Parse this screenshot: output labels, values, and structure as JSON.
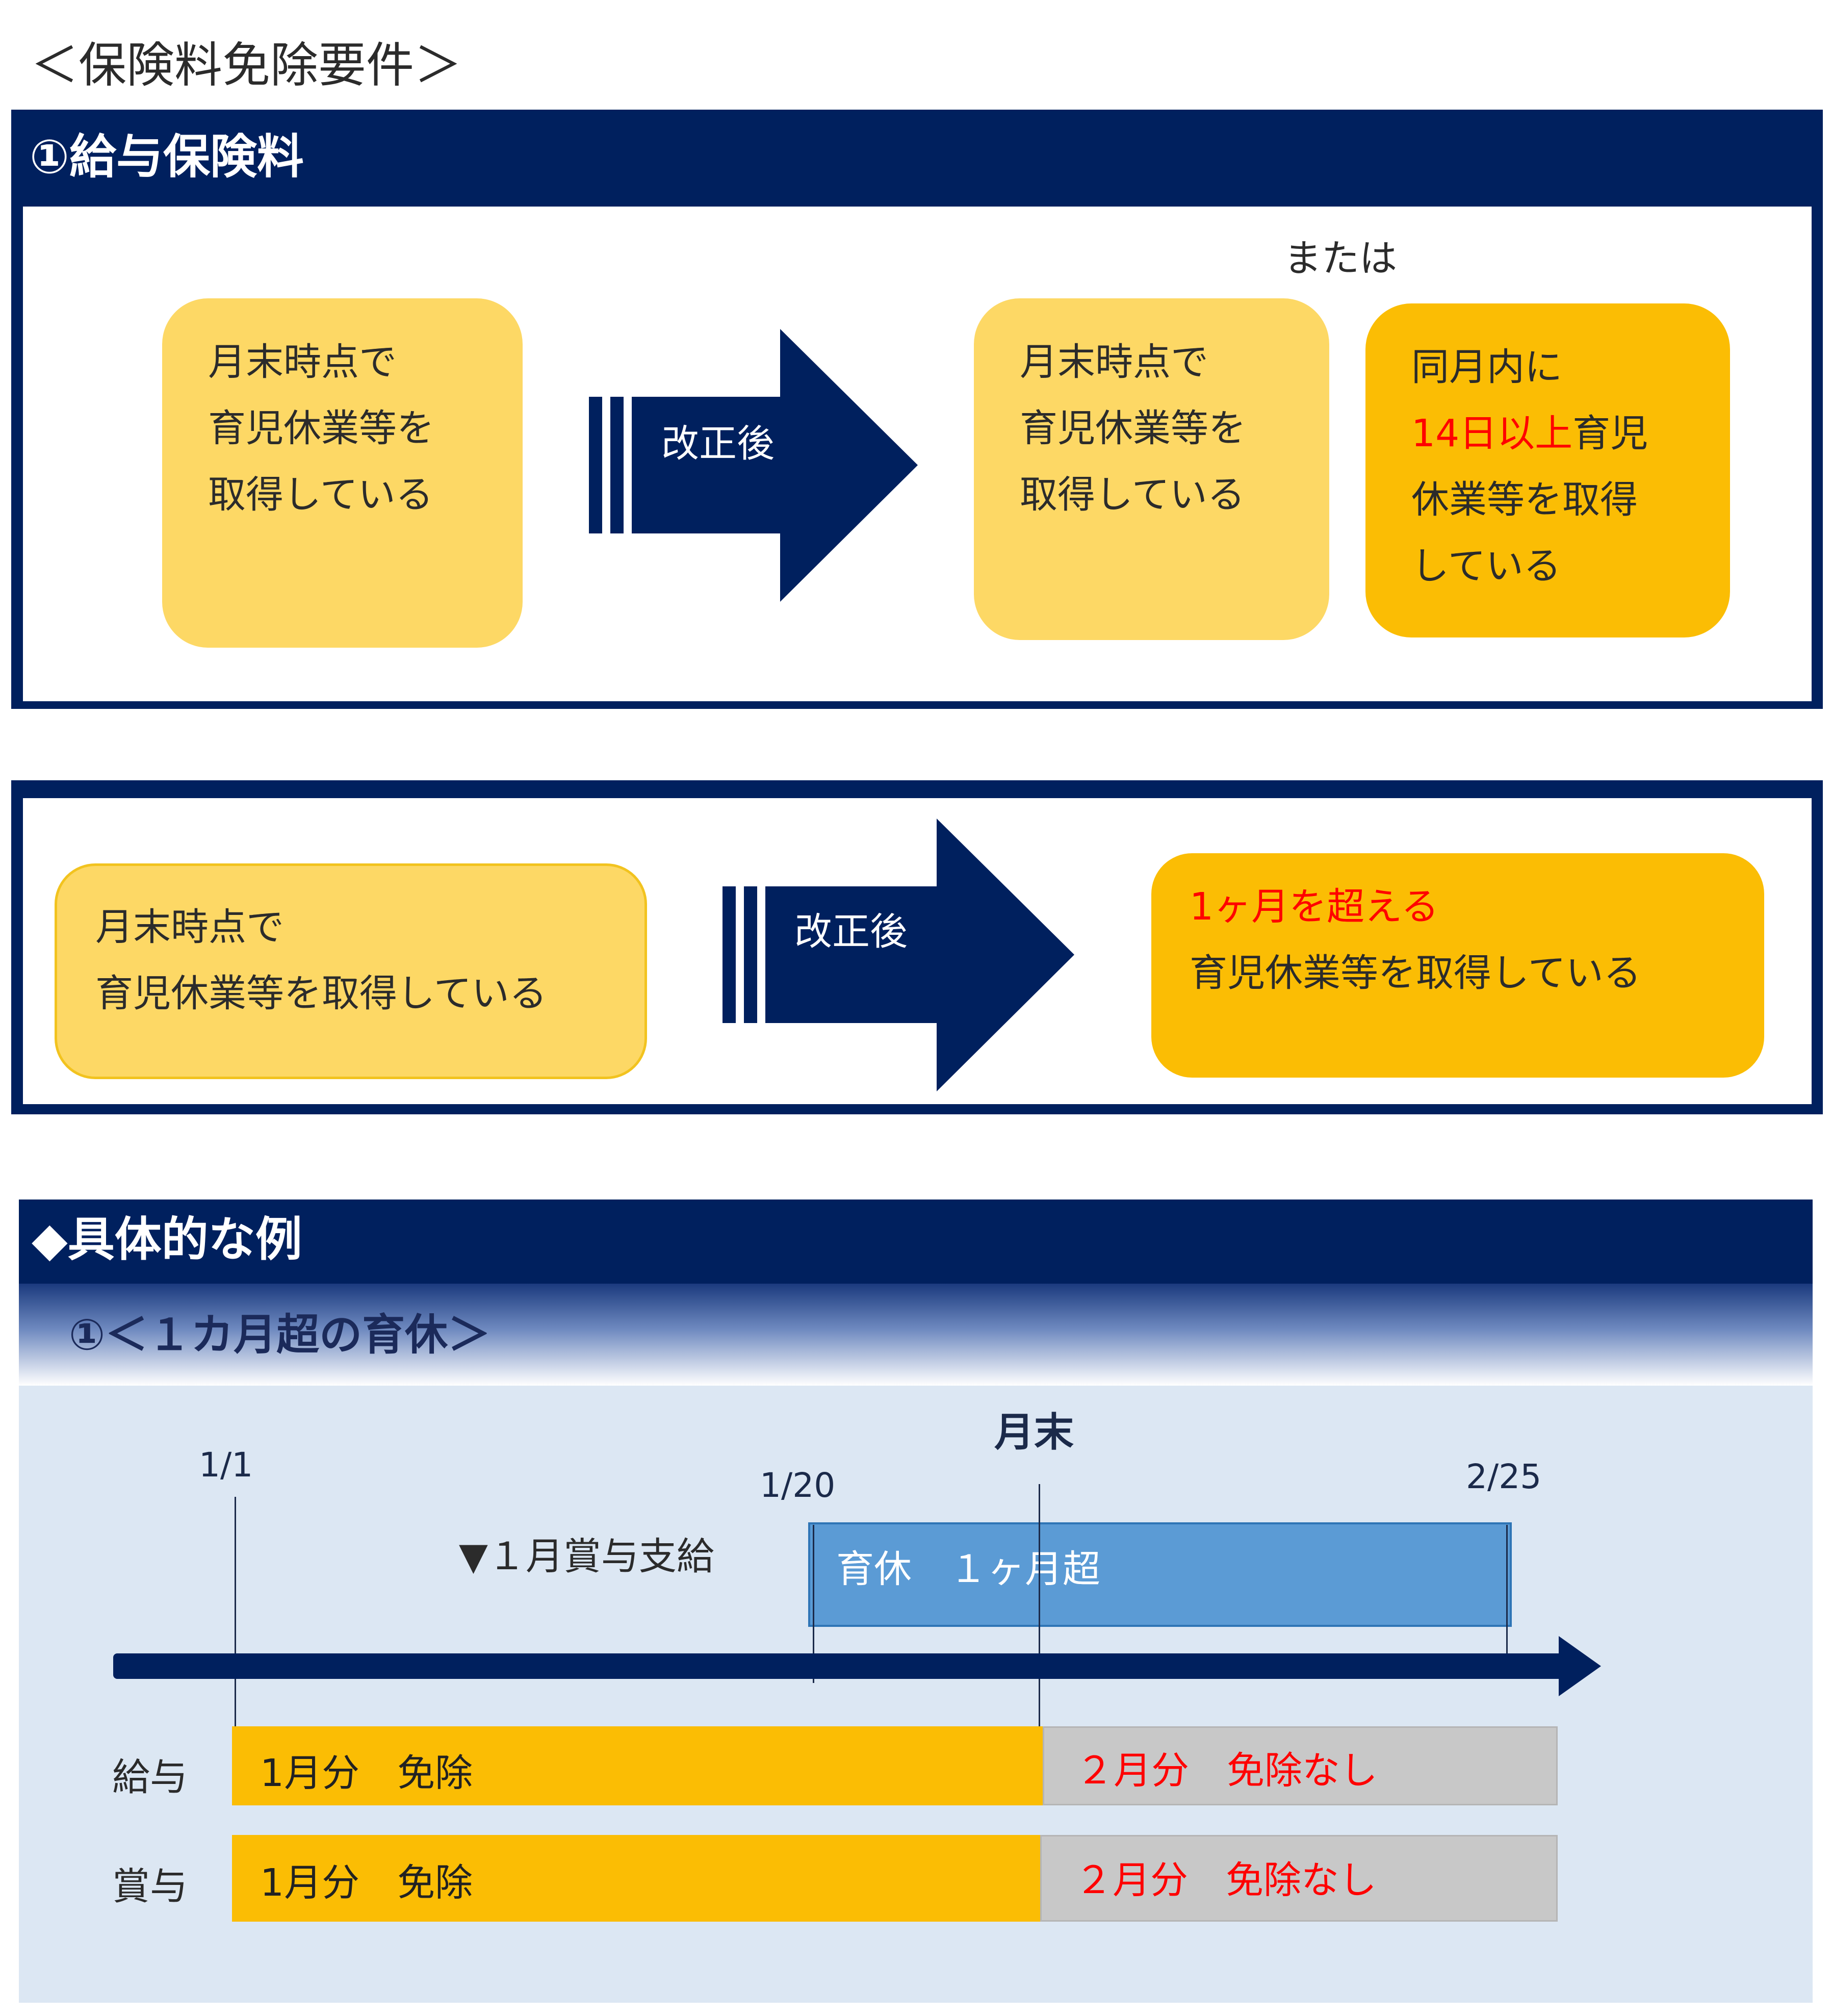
{
  "header": {
    "title": "＜保険料免除要件＞"
  },
  "section1": {
    "title": "①給与保険料",
    "before_box": {
      "lines": [
        "月末時点で",
        "育児休業等を",
        "取得している"
      ]
    },
    "arrow_label": "改正後",
    "or_label": "または",
    "after_box_a": {
      "lines": [
        "月末時点で",
        "育児休業等を",
        "取得している"
      ]
    },
    "after_box_b": {
      "line1": "同月内に",
      "line2_red": "14日以上",
      "line2_rest": "育児",
      "line3": "休業等を取得",
      "line4": "している"
    }
  },
  "section2": {
    "title": "②賞与保険料",
    "before_box": {
      "lines": [
        "月末時点で",
        "育児休業等を取得している"
      ]
    },
    "arrow_label": "改正後",
    "after_box": {
      "line1_red": "1ヶ月を超える",
      "line2": "育児休業等を取得している"
    }
  },
  "example": {
    "title": "◆具体的な例",
    "subtitle": "①＜１カ月超の育休＞",
    "timeline": {
      "start_label": "1/1",
      "leave_start_label": "1/20",
      "month_end_label": "月末",
      "leave_end_label": "2/25",
      "bonus_label": "▼１月賞与支給",
      "leave_bar_label": "育休　１ヶ月超"
    },
    "rows": [
      {
        "label": "給与",
        "exempt": "1月分　免除",
        "not_exempt": "２月分　免除なし"
      },
      {
        "label": "賞与",
        "exempt": "1月分　免除",
        "not_exempt": "２月分　免除なし"
      }
    ]
  },
  "colors": {
    "navy": "#00205e",
    "light_yellow": "#fdd865",
    "gold": "#fbbd04",
    "leave_blue": "#5b9bd5",
    "not_exempt_gray": "#c8c8c8",
    "example_bg": "#dce7f3",
    "emphasis_red": "#ff0000"
  }
}
